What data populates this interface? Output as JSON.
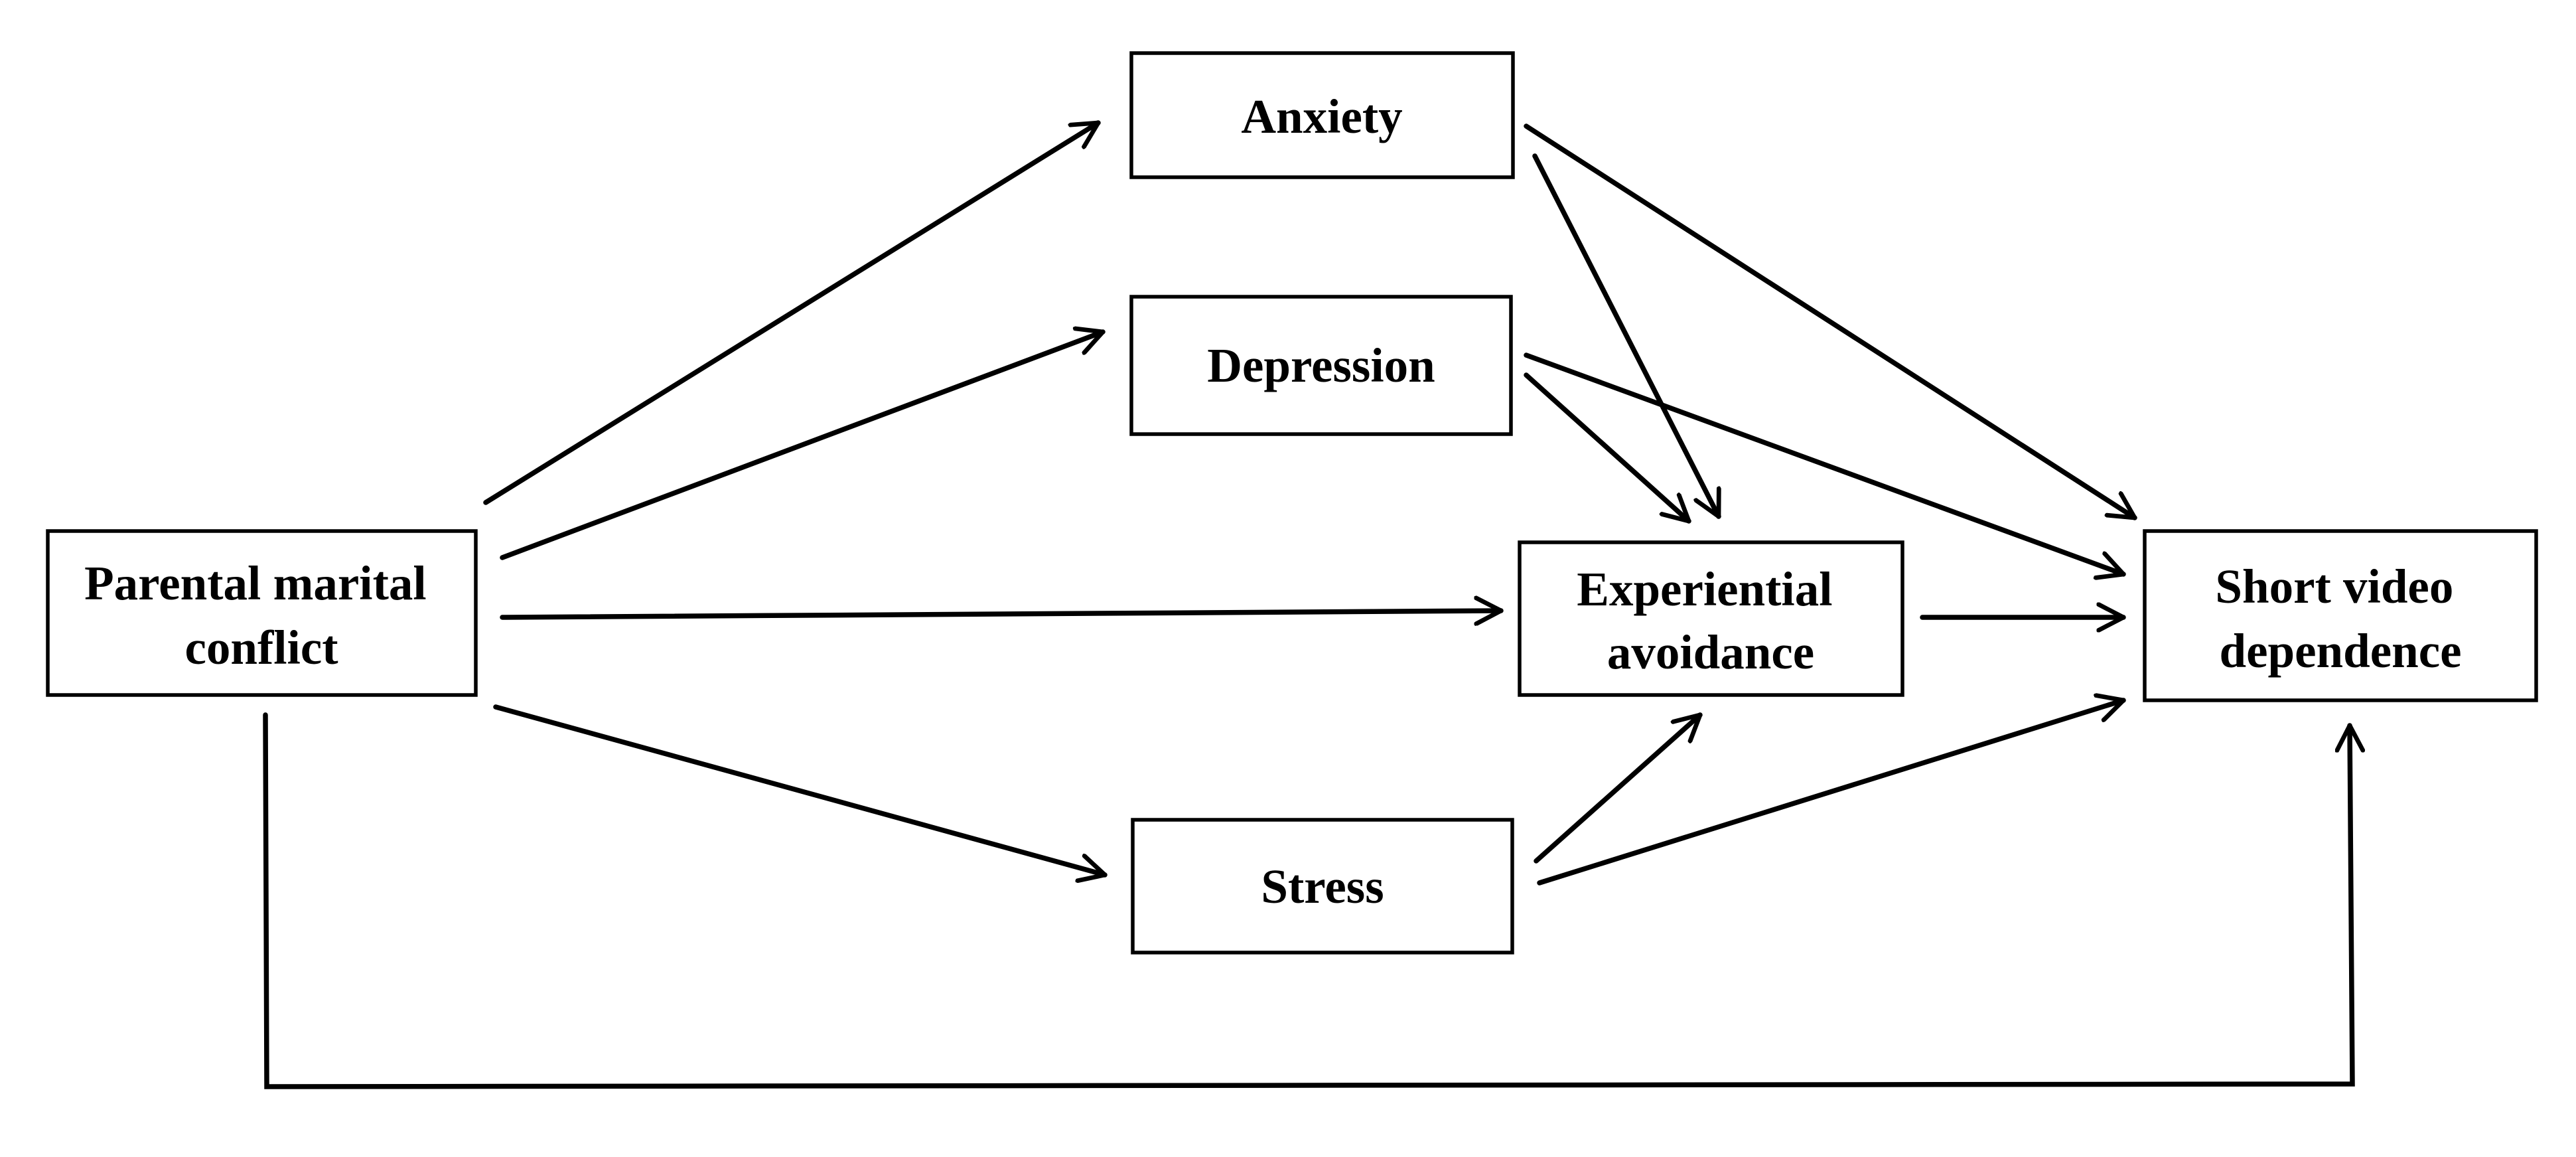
{
  "nodes": {
    "pmc": {
      "lines": [
        "Parental marital",
        "conflict"
      ]
    },
    "anxiety": {
      "lines": [
        "Anxiety"
      ]
    },
    "depression": {
      "lines": [
        "Depression"
      ]
    },
    "experiential_avoidance": {
      "lines": [
        "Experiential",
        "avoidance"
      ]
    },
    "stress": {
      "lines": [
        "Stress"
      ]
    },
    "short_video_dependence": {
      "lines": [
        "Short video",
        "dependence"
      ]
    }
  },
  "edges": [
    {
      "from": "pmc",
      "to": "anxiety"
    },
    {
      "from": "pmc",
      "to": "depression"
    },
    {
      "from": "pmc",
      "to": "experiential_avoidance"
    },
    {
      "from": "pmc",
      "to": "stress"
    },
    {
      "from": "pmc",
      "to": "short_video_dependence"
    },
    {
      "from": "anxiety",
      "to": "experiential_avoidance"
    },
    {
      "from": "anxiety",
      "to": "short_video_dependence"
    },
    {
      "from": "depression",
      "to": "experiential_avoidance"
    },
    {
      "from": "depression",
      "to": "short_video_dependence"
    },
    {
      "from": "stress",
      "to": "experiential_avoidance"
    },
    {
      "from": "stress",
      "to": "short_video_dependence"
    },
    {
      "from": "experiential_avoidance",
      "to": "short_video_dependence"
    }
  ],
  "colors": {
    "line": "#000000",
    "box_fill": "#ffffff",
    "text": "#000000"
  }
}
